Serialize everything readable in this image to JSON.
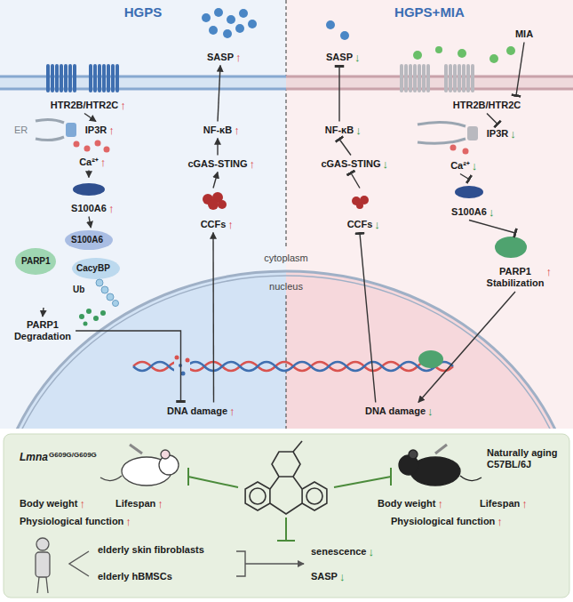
{
  "diagram": {
    "nodes": [
      {
        "text": [
          "HGPS"
        ]
      },
      {
        "text": [
          "HGPS+MIA"
        ]
      },
      {
        "text": [
          "SASP"
        ],
        "in": 0
      },
      {
        "text": [
          "HTR2B/HTR2C"
        ],
        "in": 0
      },
      {
        "text": [
          "NF-κB"
        ],
        "in": 0
      },
      {
        "text": [
          "IP3R"
        ],
        "in": 0
      },
      {
        "text": [
          "cGAS-STING"
        ],
        "in": 0
      },
      {
        "text": [
          "Ca²⁺"
        ],
        "in": 0
      },
      {
        "text": [
          "CCFs"
        ],
        "in": 0
      },
      {
        "text": [
          "S100A6"
        ],
        "in": 0
      },
      {
        "text": [
          "S100A6",
          "PARP1",
          "CacyBP",
          "Ub"
        ],
        "in": 0
      },
      {
        "text": [
          "PARP1",
          "Degradation"
        ],
        "in": 0
      },
      {
        "text": [
          "DNA damage"
        ],
        "in": 0
      },
      {
        "text": [
          "SASP"
        ],
        "in": 1
      },
      {
        "text": [
          "MIA"
        ],
        "in": 1
      },
      {
        "text": [
          "HTR2B/HTR2C"
        ],
        "in": 1
      },
      {
        "text": [
          "NF-κB"
        ],
        "in": 1
      },
      {
        "text": [
          "IP3R"
        ],
        "in": 1
      },
      {
        "text": [
          "cGAS-STING"
        ],
        "in": 1
      },
      {
        "text": [
          "Ca²⁺"
        ],
        "in": 1
      },
      {
        "text": [
          "CCFs"
        ],
        "in": 1
      },
      {
        "text": [
          "S100A6"
        ],
        "in": 1
      },
      {
        "text": [
          "PARP1",
          "Stabilization"
        ],
        "in": 1
      },
      {
        "text": [
          "DNA damage"
        ],
        "in": 1
      }
    ],
    "edges": [
      {
        "from": 3,
        "to": 5,
        "arrow": "to"
      },
      {
        "from": 7,
        "to": 9,
        "arrow": "to"
      },
      {
        "from": 9,
        "to": 10,
        "arrow": "to"
      },
      {
        "from": 10,
        "to": 11,
        "arrow": "to"
      },
      {
        "from": 11,
        "to": 12,
        "arrow": "to"
      },
      {
        "from": 12,
        "to": 8,
        "arrow": "to"
      },
      {
        "from": 8,
        "to": 6,
        "arrow": "to"
      },
      {
        "from": 6,
        "to": 4,
        "arrow": "to"
      },
      {
        "from": 4,
        "to": 2,
        "arrow": "to"
      },
      {
        "from": 14,
        "to": 15,
        "arrow": "to"
      },
      {
        "from": 15,
        "to": 17,
        "arrow": "to"
      },
      {
        "from": 19,
        "to": 21,
        "arrow": "to"
      },
      {
        "from": 21,
        "to": 22,
        "arrow": "to"
      },
      {
        "from": 22,
        "to": 23,
        "arrow": "to"
      },
      {
        "from": 23,
        "to": 20,
        "arrow": "to"
      },
      {
        "from": 20,
        "to": 18,
        "arrow": "to"
      },
      {
        "from": 18,
        "to": 16,
        "arrow": "to"
      },
      {
        "from": 16,
        "to": 13,
        "arrow": "to"
      }
    ],
    "labels": [
      "ER",
      "cytoplasm",
      "nucleus",
      "↑",
      "↑",
      "↑",
      "↑",
      "↑",
      "↑",
      "↑",
      "↑",
      "↑",
      "↓",
      "↓",
      "↓",
      "↓",
      "↓",
      "↓",
      "↓",
      "↑",
      "↓",
      "Lmna",
      "G609G/G609G",
      "Body weight",
      "↑",
      "Lifespan",
      "↑",
      "Physiological function",
      "↑",
      "Naturally aging C57BL/6J",
      "Body weight",
      "↑",
      "Lifespan",
      "↑",
      "Physiological function",
      "↑",
      "elderly skin fibroblasts",
      "elderly hBMSCs",
      "senescence",
      "↓",
      "SASP",
      "↓"
    ]
  }
}
